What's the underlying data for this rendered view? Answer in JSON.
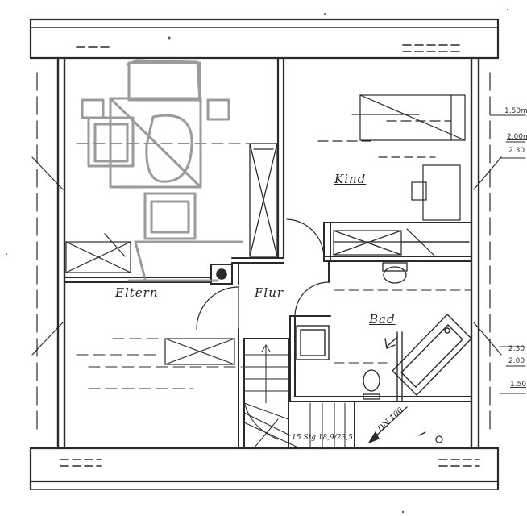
{
  "rooms": {
    "parents": "Eltern",
    "child": "Kind",
    "hall": "Flur",
    "bath": "Bad"
  },
  "dimensions": {
    "right_upper": [
      "1.50m",
      "2.00m",
      "2.30"
    ],
    "right_lower": [
      "2.30",
      "2.00",
      "1.50"
    ]
  },
  "stairs_note": "15 Stg 18,9/23,5",
  "pipe_note": "DN 100",
  "colors": {
    "ink": "#2a2a2a",
    "pencil": "#8a8a8a",
    "paper": "#ffffff"
  }
}
